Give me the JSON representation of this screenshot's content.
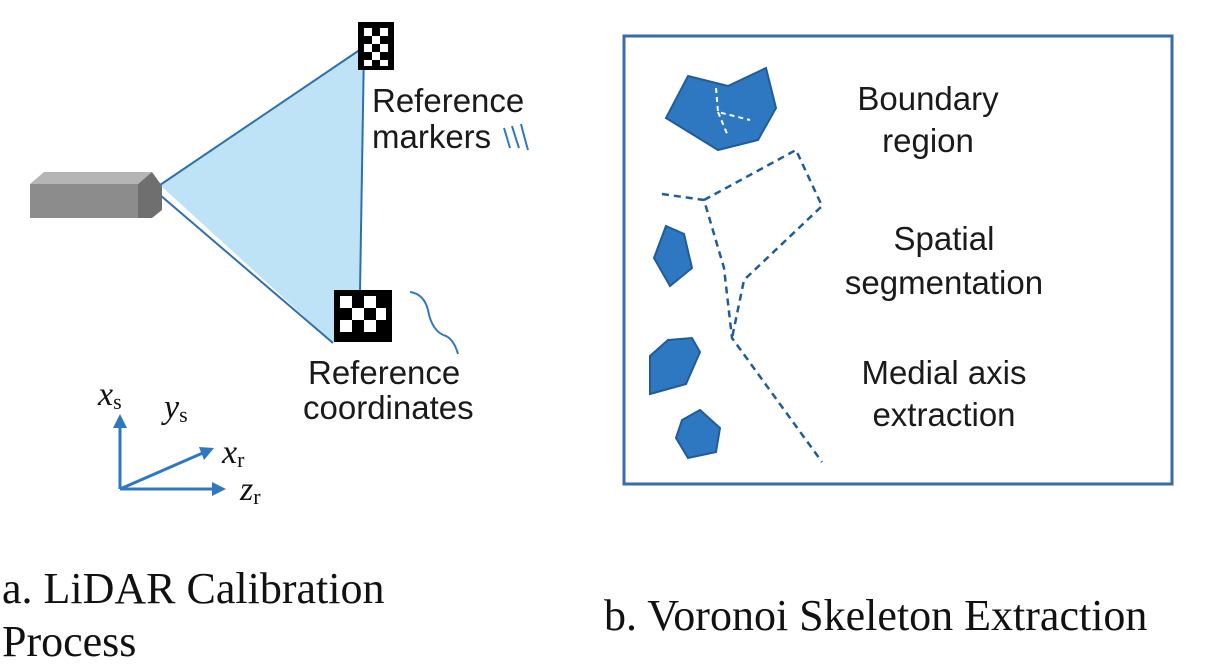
{
  "colors": {
    "beam": "#bfe3f6",
    "beam_edge": "#2f6fb0",
    "blue": "#2e78c2",
    "blue_dark": "#1f5c99",
    "frame": "#3a6aa8",
    "sensor": "#8c8c8c"
  },
  "panel_a": {
    "marker_label_line1": "Reference",
    "marker_label_line2": "markers",
    "coord_label_line1": "Reference",
    "coord_label_line2": "coordinates",
    "axis_xs": "x",
    "axis_xs_sub": "s",
    "axis_ys": "y",
    "axis_ys_sub": "s",
    "axis_xr": "x",
    "axis_xr_sub": "r",
    "axis_zr": "z",
    "axis_zr_sub": "r",
    "caption_line1": "a. LiDAR Calibration",
    "caption_line2": "Process"
  },
  "panel_b": {
    "label1_line1": "Boundary",
    "label1_line2": "region",
    "label2_line1": "Spatial",
    "label2_line2": "segmentation",
    "label3_line1": "Medial axis",
    "label3_line2": "extraction",
    "caption": "b. Voronoi Skeleton Extraction"
  }
}
